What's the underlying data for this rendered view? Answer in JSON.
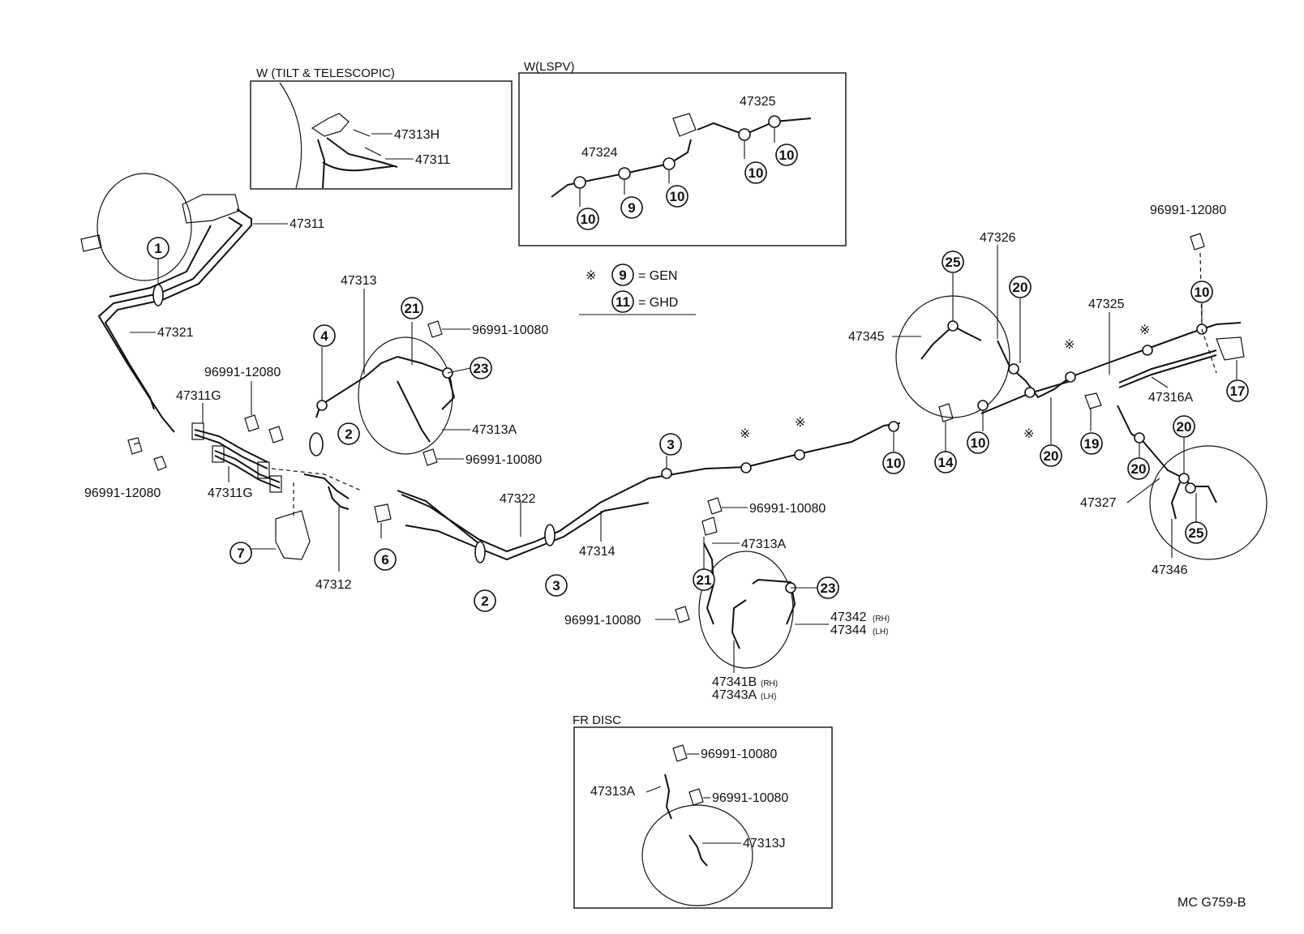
{
  "insets": {
    "tilt_title": "W (TILT & TELESCOPIC)",
    "lspv_title": "W(LSPV)",
    "fr_disc_title": "FR DISC"
  },
  "legend": {
    "symbol": "※",
    "n9": "9",
    "gen": "= GEN",
    "n11": "11",
    "ghd": "= GHD"
  },
  "footer_code": "MC G759-B",
  "part_labels": {
    "p47311_tilt": "47311",
    "p47313H": "47313H",
    "p47325_lspv": "47325",
    "p47324": "47324",
    "p47311_main": "47311",
    "p47321": "47321",
    "p47313": "47313",
    "p96991_10080_a": "96991-10080",
    "p47313A_a": "47313A",
    "p96991_10080_b": "96991-10080",
    "p96991_12080_a": "96991-12080",
    "p47311G_a": "47311G",
    "p47311G_b": "47311G",
    "p96991_12080_b": "96991-12080",
    "p47312": "47312",
    "p47322": "47322",
    "p47314": "47314",
    "p96991_10080_c": "96991-10080",
    "p47313A_b": "47313A",
    "p96991_10080_d": "96991-10080",
    "p47342": "47342",
    "p47342_suffix": "(RH)",
    "p47344": "47344",
    "p47344_suffix": "(LH)",
    "p47341B": "47341B",
    "p47341B_suffix": "(RH)",
    "p47343A": "47343A",
    "p47343A_suffix": "(LH)",
    "p47326": "47326",
    "p47345": "47345",
    "p47325_main": "47325",
    "p96991_12080_c": "96991-12080",
    "p47316A": "47316A",
    "p47327": "47327",
    "p47346": "47346",
    "p96991_10080_e": "96991-10080",
    "p47313A_c": "47313A",
    "p96991_10080_f": "96991-10080",
    "p47313J": "47313J"
  },
  "callouts": {
    "c1": "1",
    "c2a": "2",
    "c2b": "2",
    "c3a": "3",
    "c3b": "3",
    "c4": "4",
    "c6": "6",
    "c7": "7",
    "c9": "9",
    "c10a": "10",
    "c10b": "10",
    "c10c": "10",
    "c10d": "10",
    "c10e": "10",
    "c10f": "10",
    "c10g": "10",
    "c14": "14",
    "c17": "17",
    "c19": "19",
    "c20a": "20",
    "c20b": "20",
    "c20c": "20",
    "c20d": "20",
    "c21a": "21",
    "c21b": "21",
    "c23a": "23",
    "c23b": "23",
    "c25a": "25",
    "c25b": "25"
  }
}
